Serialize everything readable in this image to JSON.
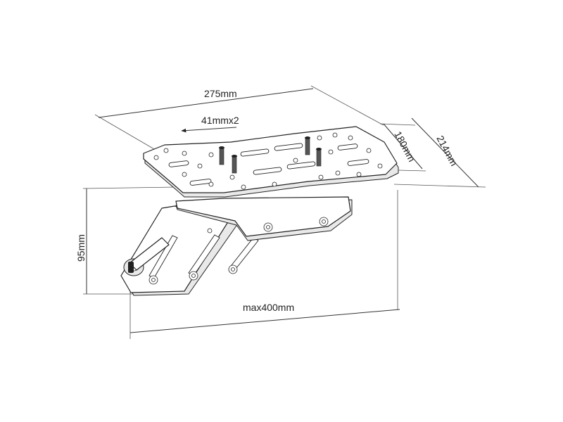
{
  "dimensions": {
    "plate_width": "275mm",
    "hole_spacing": "41mmx2",
    "plate_depth_inner": "180mm",
    "plate_depth_outer": "214mm",
    "height": "95mm",
    "max_extension": "max400mm"
  },
  "colors": {
    "line": "#222222",
    "background": "#ffffff",
    "shade": "#e9e9e9"
  }
}
